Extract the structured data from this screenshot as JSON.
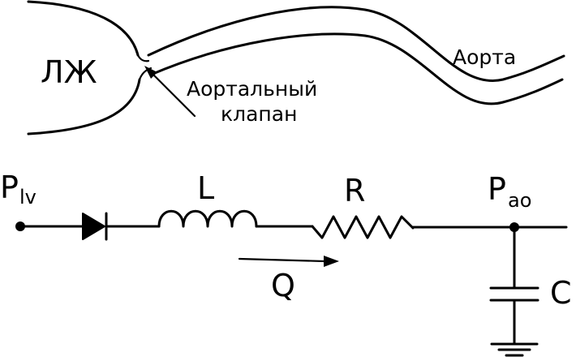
{
  "anatomy": {
    "ventricle_label": "ЛЖ",
    "aorta_label": "Аорта",
    "valve_label_line1": "Аортальный",
    "valve_label_line2": "клапан"
  },
  "circuit": {
    "p_lv_main": "P",
    "p_lv_sub": "lv",
    "inductor_label": "L",
    "resistor_label": "R",
    "p_ao_main": "P",
    "p_ao_sub": "ao",
    "capacitor_label": "C",
    "flow_label": "Q"
  },
  "colors": {
    "stroke": "#000000",
    "background": "#ffffff"
  }
}
